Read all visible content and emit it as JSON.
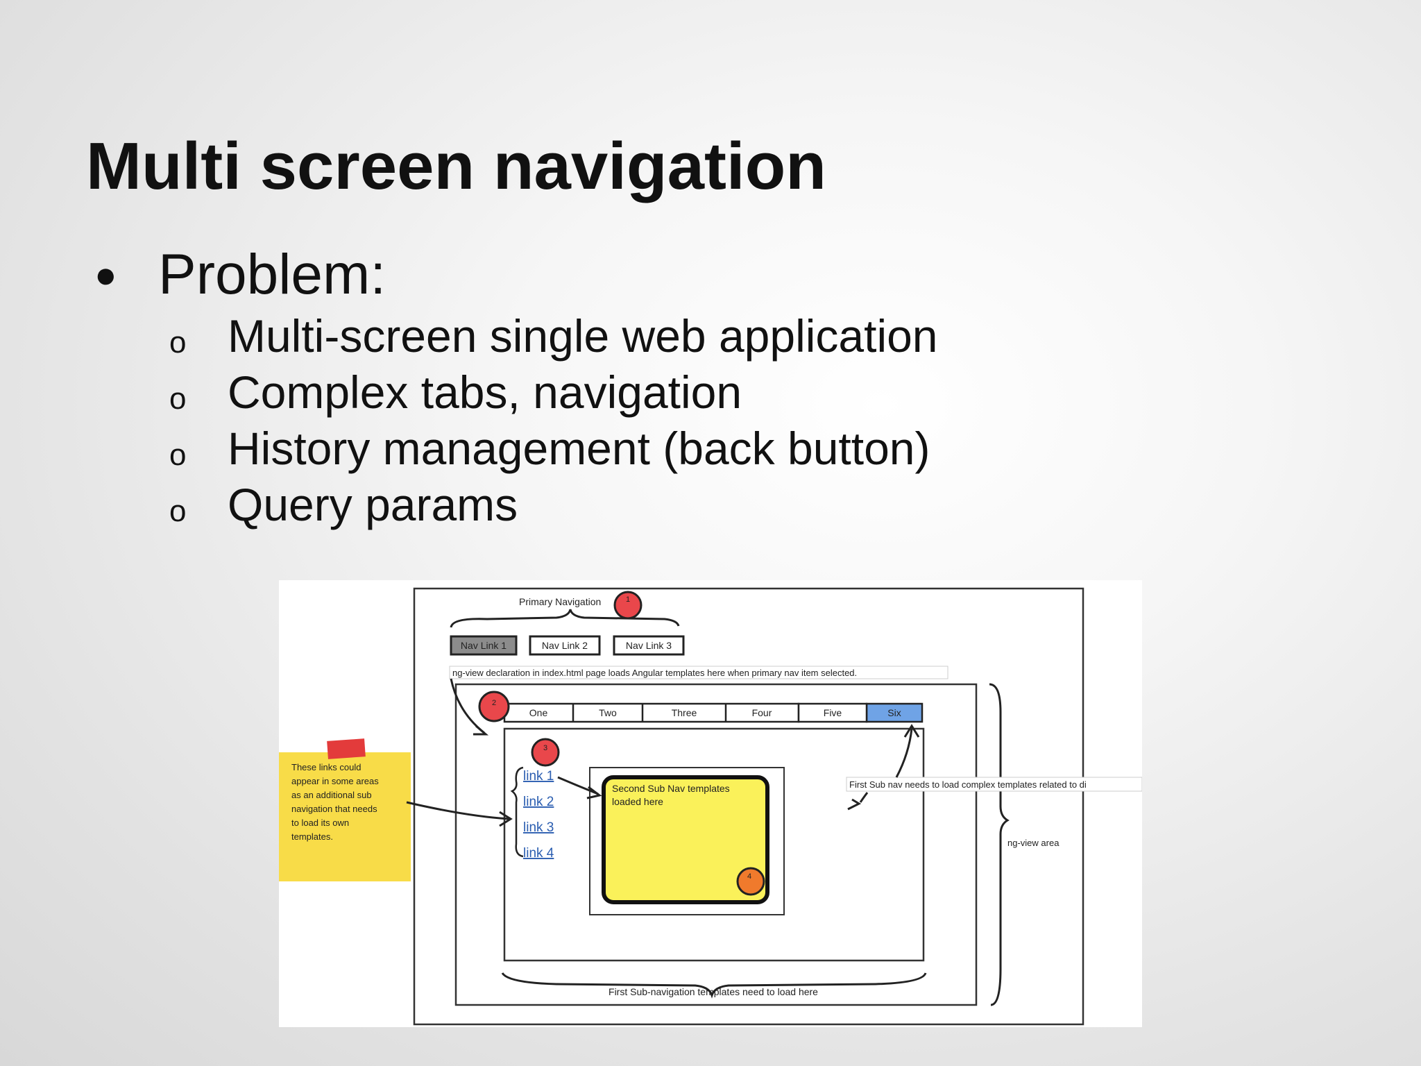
{
  "slide": {
    "title": "Multi screen navigation",
    "bullet": "Problem:",
    "bullet_marker": "●",
    "sub_marker": "o",
    "sub_items": [
      "Multi-screen single web application",
      "Complex tabs, navigation",
      "History management (back button)",
      "Query params"
    ]
  },
  "mockup": {
    "primary_nav_label": "Primary Navigation",
    "nav_links": [
      "Nav Link 1",
      "Nav Link 2",
      "Nav Link 3"
    ],
    "ng_view_note": "ng-view declaration in index.html page loads Angular templates here when primary nav item selected.",
    "tabs": [
      "One",
      "Two",
      "Three",
      "Four",
      "Five",
      "Six"
    ],
    "badges": [
      "1",
      "2",
      "3",
      "4"
    ],
    "sub_links": [
      "link 1",
      "link 2",
      "link 3",
      "link 4"
    ],
    "second_sub_nav_note_lines": [
      "Second Sub Nav templates",
      "loaded here"
    ],
    "first_sub_nav_note": "First Sub nav needs to load complex templates related to di",
    "ng_view_area_label": "ng-view area",
    "bottom_note": "First Sub-navigation templates need to load here",
    "sticky_note_lines": [
      "These links could",
      "appear in some areas",
      "as an additional sub",
      "navigation that needs",
      "to load its own",
      "templates."
    ],
    "colors": {
      "sticky_yellow": "#f8dc48",
      "tape_red": "#e33b3b",
      "badge_red": "#e9474b",
      "badge_orange": "#f07a2c",
      "active_tab_blue": "#6fa3e6",
      "inner_yellow": "#faf15a"
    }
  }
}
